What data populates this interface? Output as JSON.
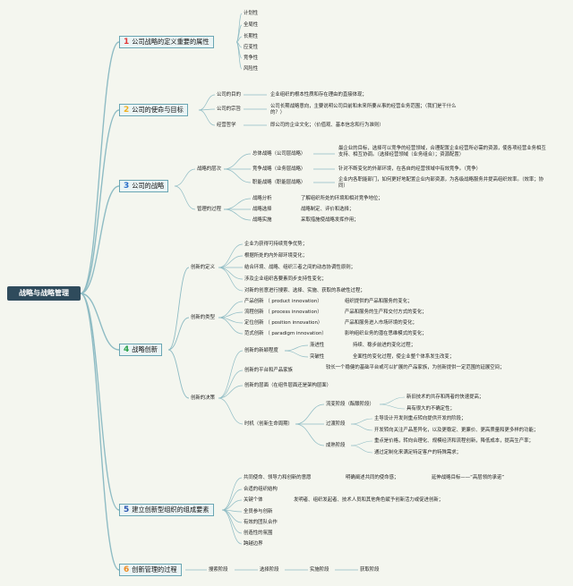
{
  "root": "战略与战略管理",
  "branches": [
    {
      "num": "1",
      "num_color": "#e23a3a",
      "label": "公司战略的定义重要的属性",
      "children": [
        "计划性",
        "全局性",
        "长期性",
        "应变性",
        "竞争性",
        "风险性"
      ]
    },
    {
      "num": "2",
      "num_color": "#f0b020",
      "label": "公司的使命与目标",
      "children": [
        {
          "label": "公司的目的",
          "desc": "企业组织的根本性质和存在理由的直接体现；"
        },
        {
          "label": "公司的宗旨",
          "desc": "公司长期战略意向，主要说明公司目前和未来所要从事的经营业务范围；（我们是干什么的？）"
        },
        {
          "label": "经营哲学",
          "desc": "即公司的企业文化；（价值观、基本信念和行为准则）"
        }
      ]
    },
    {
      "num": "3",
      "num_color": "#2a6fc9",
      "label": "公司的战略",
      "children": [
        {
          "label": "战略的层次",
          "children": [
            {
              "label": "总体战略（公司层战略）",
              "desc": "最企业的目标，选择可以竞争的经营领域，合理配置企业经营所必需的资源，使各项经营业务相互支持、相互协调。（选择经营领域（业务组合）；资源配置）"
            },
            {
              "label": "竞争战略（业务层战略）",
              "desc": "针对不断变化的外部环境，在各自的经营领域中有效竞争。（竞争）"
            },
            {
              "label": "职能战略（职能层战略）",
              "desc": "企业内各职能部门，如何更好地配置企业内部资源，为各级战略服务并提高组织效率。（效率；协同）"
            }
          ]
        },
        {
          "label": "管理的过程",
          "children": [
            {
              "label": "战略分析",
              "desc": "了解组织所处的环境和相对竞争地位；"
            },
            {
              "label": "战略选择",
              "desc": "战略制定、评价和选择；"
            },
            {
              "label": "战略实施",
              "desc": "采取措施使战略发挥作用；"
            }
          ]
        }
      ]
    },
    {
      "num": "4",
      "num_color": "#2aa14a",
      "label": "战略创新",
      "children": [
        {
          "label": "创新的定义",
          "children": [
            "企业为获得可持续竞争优势；",
            "根据所处的内外部环境变化；",
            "结合环境、战略、组织三者之间的动态协调性原则；",
            "涉及企业组织各要素同步支持性变化；",
            "对新的创意进行搜索、选择、实施、获取的系统性过程；"
          ]
        },
        {
          "label": "创新的类型",
          "children": [
            {
              "label": "产品创新 （ product innovation）",
              "desc": "组织提供的产品和服务的变化；"
            },
            {
              "label": "流程创新 （ process innovation）",
              "desc": "产品和服务的生产和交付方式的变化；"
            },
            {
              "label": "定位创新 （ position innovation）",
              "desc": "产品和服务进入市场环境的变化；"
            },
            {
              "label": "范式创新 （ paradigm innovation）",
              "desc": "影响组织业务的潜在思维模式的变化；"
            }
          ]
        },
        {
          "label": "创新的决策",
          "children": [
            {
              "label": "创新的新颖程度",
              "children": [
                {
                  "label": "渐进性",
                  "desc": "持续、稳步前进的变化过程；"
                },
                {
                  "label": "突破性",
                  "desc": "全面性的变化过程，使企业整个体系发生改变；"
                }
              ]
            },
            {
              "label": "创新的平台和产品家族",
              "desc": "较长一个稳健的基础平台或可以扩展的产品家族，为创新提供一定范围的延展空间；"
            },
            {
              "label": "创新的层面（在组件层面还是架构层面）"
            },
            {
              "label": "时机（创新生命周期）",
              "children": [
                {
                  "label": "流变阶段（酝酿阶段）",
                  "children": [
                    "新旧技术的共存和两者的快速提高；",
                    "具有很大的不确定性；"
                  ]
                },
                {
                  "label": "过渡阶段",
                  "children": [
                    "主导设计开发则重点转向提供开发的阶段；",
                    "开发转向关注产品差异化，以及更稳定、更廉价、更高质量和更多样的功能；"
                  ]
                },
                {
                  "label": "成熟阶段",
                  "children": [
                    "重点是价格，转向合理化、规模经济和流程创新，降低成本，提高生产率；",
                    "通过定制化来满足特定客户的特殊需求；"
                  ]
                }
              ]
            }
          ]
        }
      ]
    },
    {
      "num": "5",
      "num_color": "#2a55b0",
      "label": "建立创新型组织的组成要素",
      "children": [
        {
          "label": "共同使命、领导力和创新的意愿",
          "desc": "明确阐述共同的使命感；",
          "desc2": "延伸战略目标——“高层领的承诺”"
        },
        {
          "label": "合适的组织结构"
        },
        {
          "label": "关键个体",
          "desc": "发明者、组织发起者、技术人员和其他角色赋予创新活力或促进创新；"
        },
        {
          "label": "全员参与创新"
        },
        {
          "label": "有效的团队合作"
        },
        {
          "label": "创造性的氛围"
        },
        {
          "label": "跨越边界"
        }
      ]
    },
    {
      "num": "6",
      "num_color": "#f08a20",
      "label": "创新管理的过程",
      "children": [
        "搜索阶段",
        "选择阶段",
        "实施阶段",
        "获取阶段"
      ]
    }
  ]
}
